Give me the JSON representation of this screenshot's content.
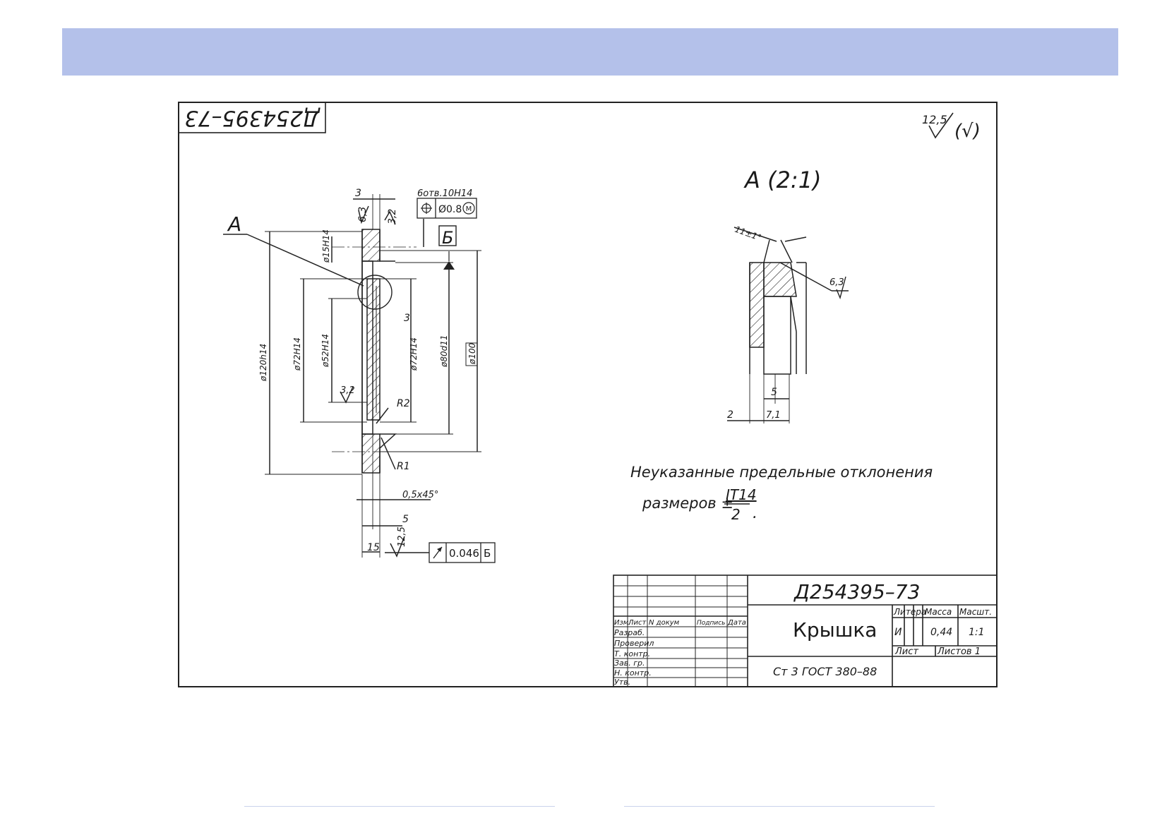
{
  "drawing": {
    "stamp_rotated": "Д254395–73",
    "roughness_general": "12,5",
    "roughness_paren": "(√)",
    "leader_a": "A",
    "datum_b": "Б",
    "holes_note": "6отв.10Н14",
    "position_tol": "Ø0.8",
    "position_mod": "M",
    "runout_tol": "0.046",
    "runout_datum": "Б",
    "dims": {
      "d3_top": "3",
      "r63": "6,3",
      "r32_top": "3,2",
      "d15": "ø15Н14",
      "d120": "ø120h14",
      "d72a": "ø72Н14",
      "d52": "ø52Н14",
      "r32_mid": "3,2",
      "d3_mid": "3",
      "d72b": "ø72Н14",
      "d80": "ø80d11",
      "d100": "ø100",
      "r2": "R2",
      "r1": "R1",
      "chamfer": "0,5x45°",
      "d5": "5",
      "d15b": "15",
      "r125": "12,5"
    },
    "detail": {
      "title": "A (2:1)",
      "angle": "11±1°",
      "roughness": "6,3",
      "d5": "5",
      "d2": "2",
      "d71": "7,1"
    },
    "note_line1": "Неуказанные предельные отклонения",
    "note_line2_prefix": "размеров ±",
    "note_frac_top": "IT14",
    "note_frac_bottom": "2",
    "note_end": "."
  },
  "title_block": {
    "designation": "Д254395–73",
    "part_name": "Крышка",
    "material": "Ст 3 ГОСТ 380–88",
    "col_izm": "Изм.",
    "col_list": "Лист",
    "col_ndoc": "N докум",
    "col_podp": "Подпись",
    "col_data": "Дата",
    "row_razrab": "Разраб.",
    "row_prov": "Проверил",
    "row_tkontr": "Т. контр.",
    "row_zavgr": "Зав. гр.",
    "row_nkontr": "Н. контр.",
    "row_utv": "Утв.",
    "litera_label": "Литера",
    "massa_label": "Масса",
    "masshtab_label": "Масшт.",
    "litera_value": "И",
    "massa_value": "0,44",
    "masshtab_value": "1:1",
    "sheet_label": "Лист",
    "sheets_label": "Листов 1"
  }
}
